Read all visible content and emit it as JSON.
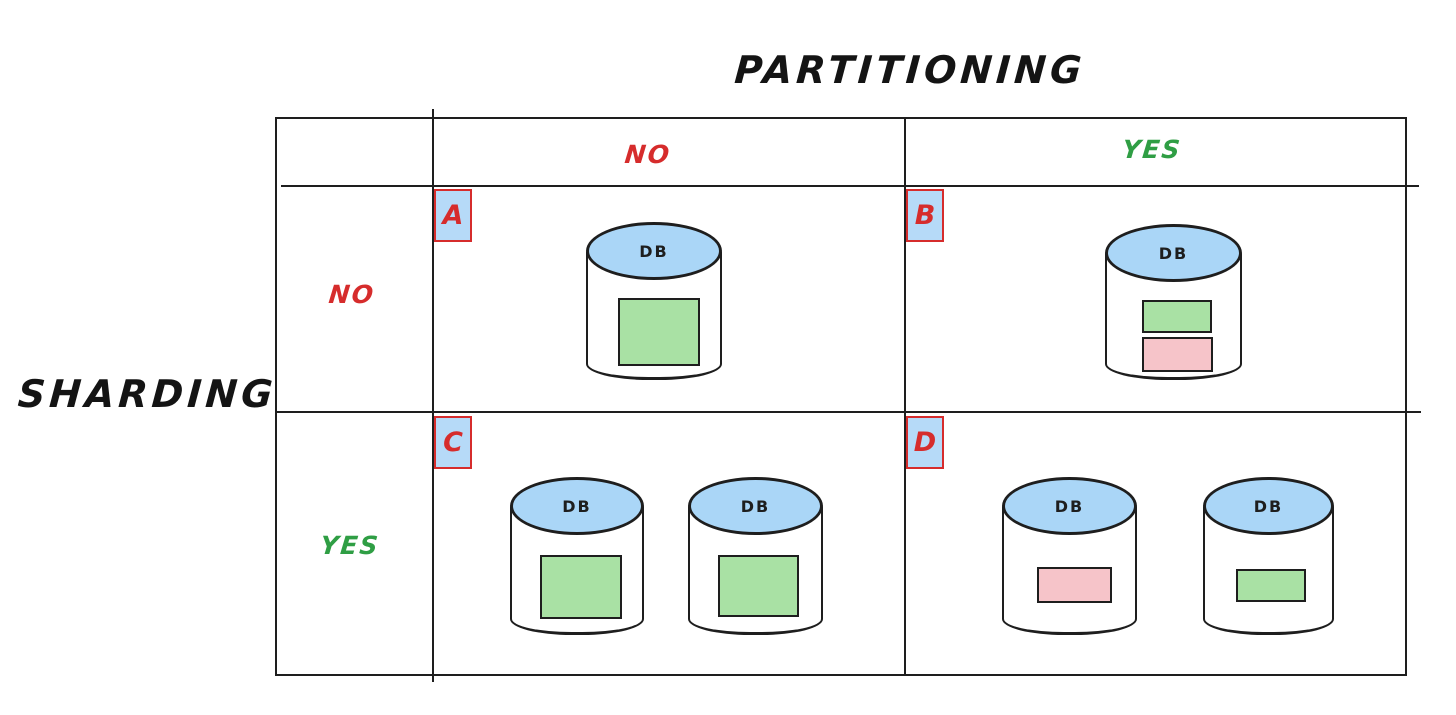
{
  "diagram": {
    "axis_top": {
      "label": "PARTITIONING"
    },
    "axis_left": {
      "label": "SHARDING"
    },
    "column_headers": [
      {
        "label": "NO",
        "color": "#d62c2c"
      },
      {
        "label": "YES",
        "color": "#2f9e44"
      }
    ],
    "row_headers": [
      {
        "label": "NO",
        "color": "#d62c2c"
      },
      {
        "label": "YES",
        "color": "#2f9e44"
      }
    ],
    "quadrants": [
      {
        "id": "A",
        "sharding": "NO",
        "partitioning": "NO",
        "cylinders": [
          {
            "label": "DB",
            "chips": [
              "green"
            ]
          }
        ]
      },
      {
        "id": "B",
        "sharding": "NO",
        "partitioning": "YES",
        "cylinders": [
          {
            "label": "DB",
            "chips": [
              "green",
              "pink"
            ]
          }
        ]
      },
      {
        "id": "C",
        "sharding": "YES",
        "partitioning": "NO",
        "cylinders": [
          {
            "label": "DB",
            "chips": [
              "green"
            ]
          },
          {
            "label": "DB",
            "chips": [
              "green"
            ]
          }
        ]
      },
      {
        "id": "D",
        "sharding": "YES",
        "partitioning": "YES",
        "cylinders": [
          {
            "label": "DB",
            "chips": [
              "pink"
            ]
          },
          {
            "label": "DB",
            "chips": [
              "green"
            ]
          }
        ]
      }
    ],
    "colors": {
      "stroke": "#1e1e1e",
      "red_accent": "#d62c2c",
      "green_accent": "#2f9e44",
      "db_cap_fill": "#aad6f7",
      "chip_green": "#a9e1a4",
      "chip_pink": "#f6c4c9",
      "badge_fill": "#b6daf8"
    }
  }
}
